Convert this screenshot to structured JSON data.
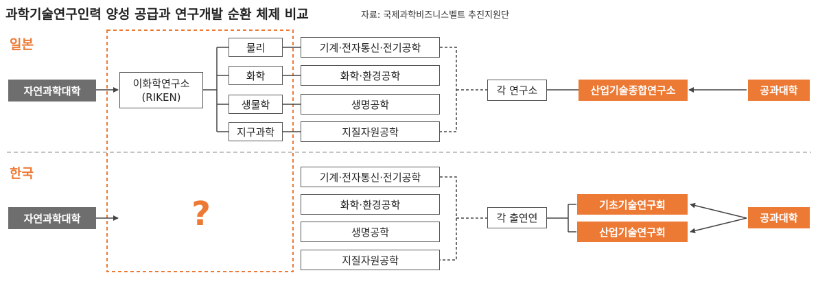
{
  "title": "과학기술연구인력 양성 공급과 연구개발 순환 체제 비교",
  "source": "자료: 국제과학비즈니스벨트 추진지원단",
  "japan": {
    "label": "일본",
    "university": "자연과학대학",
    "riken_line1": "이화학연구소",
    "riken_line2": "(RIKEN)",
    "fields": [
      "물리",
      "화학",
      "생물학",
      "지구과학"
    ],
    "engineering": [
      "기계·전자통신·전기공학",
      "화학·환경공학",
      "생명공학",
      "지질자원공학"
    ],
    "institutes": "각 연구소",
    "aist": "산업기술종합연구소",
    "tech_univ": "공과대학"
  },
  "korea": {
    "label": "한국",
    "university": "자연과학대학",
    "unknown": "?",
    "engineering": [
      "기계·전자통신·전기공학",
      "화학·환경공학",
      "생명공학",
      "지질자원공학"
    ],
    "institutes": "각 출연연",
    "councils": [
      "기초기술연구회",
      "산업기술연구회"
    ],
    "tech_univ": "공과대학"
  },
  "colors": {
    "accent": "#ec7a35",
    "gray": "#6e6e6e",
    "line": "#444444"
  }
}
